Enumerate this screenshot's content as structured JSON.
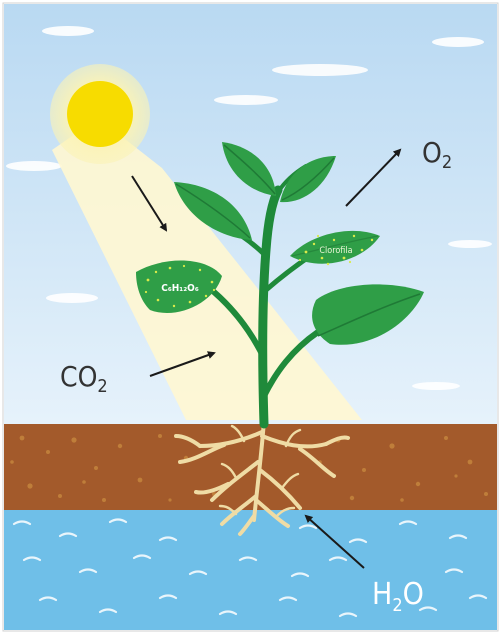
{
  "labels": {
    "co2_main": "CO",
    "co2_sub": "2",
    "o2_main": "O",
    "o2_sub": "2",
    "h2o_h": "H",
    "h2o_sub": "2",
    "h2o_o": "O",
    "glucose": "C₆H₁₂O₆",
    "chlorophyll": "Clorofila"
  },
  "colors": {
    "sky_top": "#bfdcf3",
    "sky_bottom": "#e4f1fb",
    "sun": "#f7dc00",
    "sun_halo": "#fbf3b6",
    "light_beam": "#fff7d1",
    "leaf": "#2f9e47",
    "leaf_dark": "#1f7a36",
    "stem": "#1f8a3a",
    "soil": "#a35a2b",
    "soil_speckle": "#c98a3f",
    "water": "#6fbfe8",
    "water_wave": "#ffffff",
    "roots": "#efdca5",
    "arrow": "#1a1a1a",
    "label_text": "#333333",
    "h2o_text": "#ffffff"
  },
  "icons": {
    "sun": "sun-icon",
    "cloud": "cloud-icon",
    "arrow": "arrow-icon"
  }
}
